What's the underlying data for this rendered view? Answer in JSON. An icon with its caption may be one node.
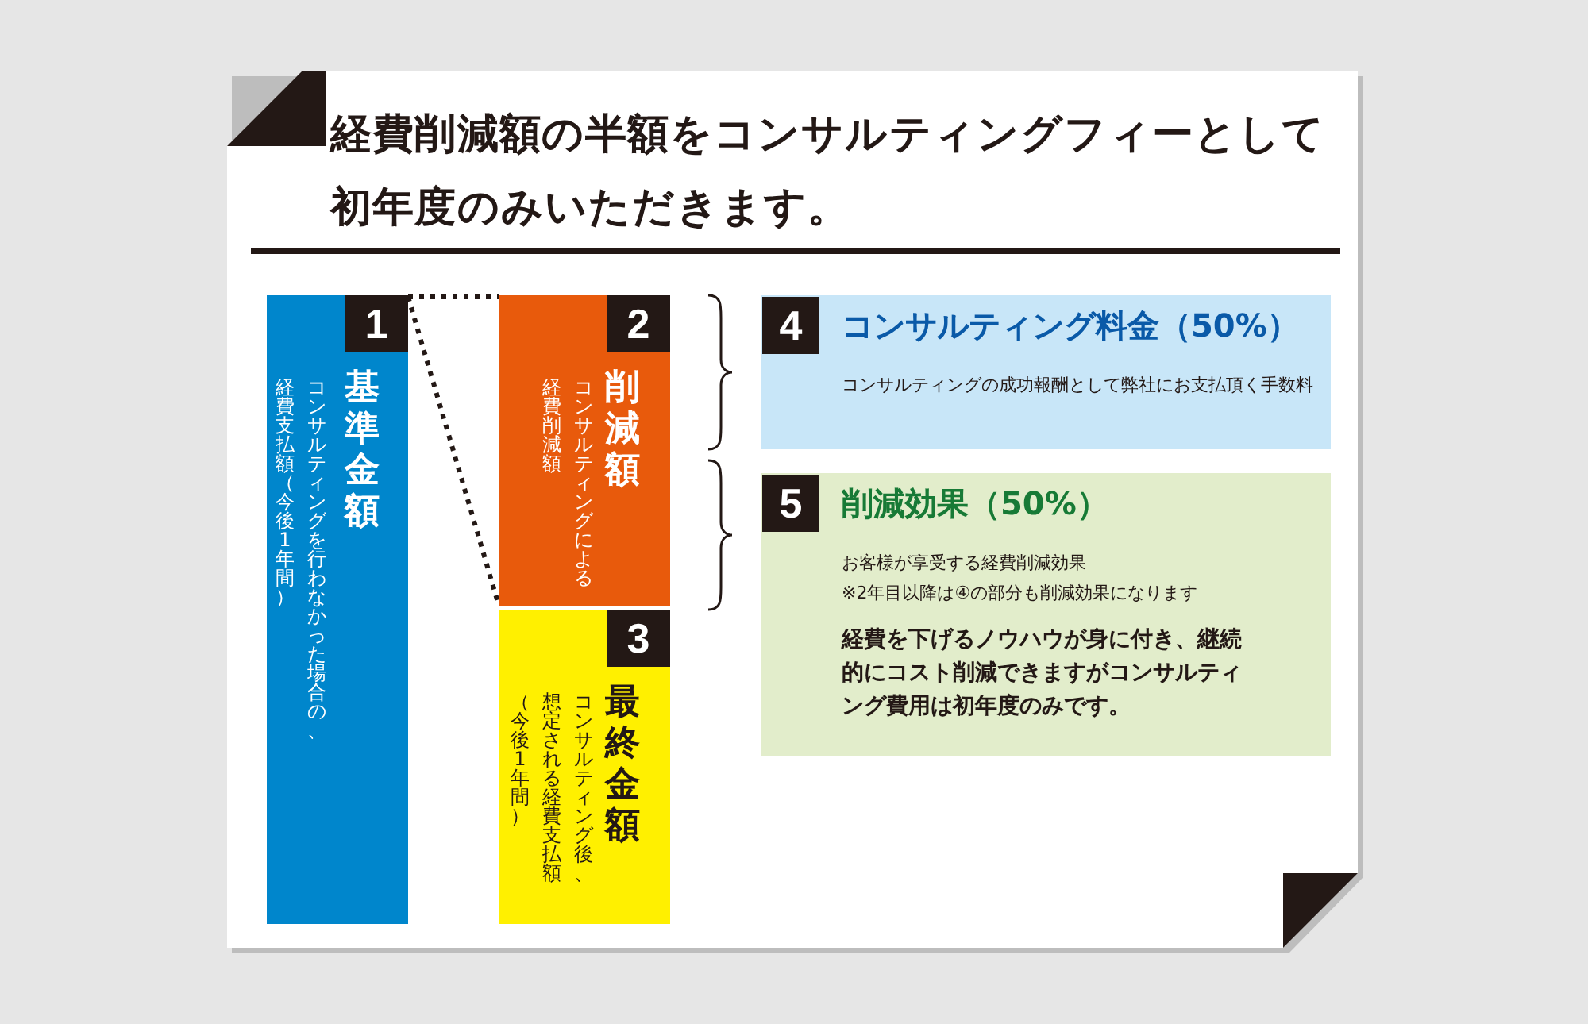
{
  "diagram": {
    "title": "経費削減額の半額をコンサルティングフィーとして初年度のみいただきます。",
    "nodes": [
      {
        "text": [
          "1",
          "コンサルティングを行わなかった場合の、経費支払額（今後1年間）",
          "基準金額"
        ]
      },
      {
        "text": [
          "2",
          "コンサルティングによる経費削減額",
          "削減額"
        ]
      },
      {
        "text": [
          "3",
          "コンサルティング後、想定される経費支払額（今後1年間）",
          "最終金額"
        ]
      },
      {
        "text": [
          "4",
          "コンサルティング料金（50%）",
          "コンサルティングの成功報酬として弊社にお支払頂く手数料"
        ]
      },
      {
        "text": [
          "5",
          "削減効果（50%）",
          "お客様が享受する経費削減効果",
          "※2年目以降は④の部分も削減効果になります",
          "経費を下げるノウハウが身に付き、継続的にコスト削減できますがコンサルティング費用は初年度のみです。"
        ]
      }
    ],
    "edges": [
      {
        "from": 0,
        "to": 1,
        "arrow": "none",
        "style": "dashed"
      },
      {
        "from": 0,
        "to": 1,
        "arrow": "none",
        "style": "dashed"
      }
    ]
  }
}
